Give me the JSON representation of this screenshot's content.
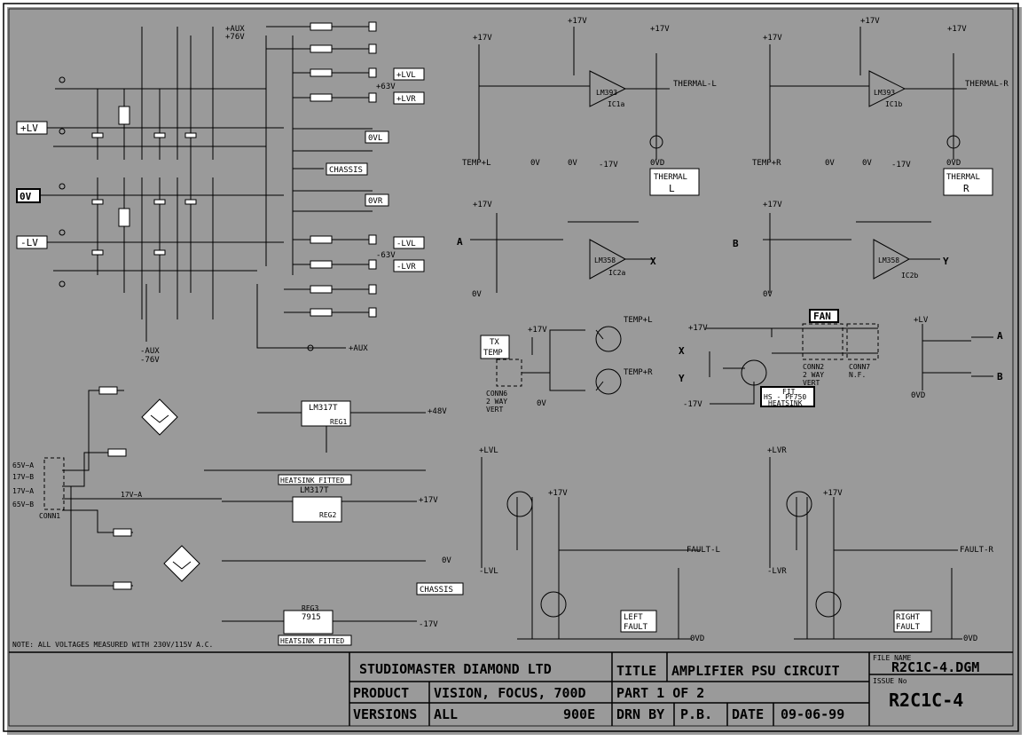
{
  "title_block": {
    "company": "STUDIOMASTER DIAMOND LTD",
    "title_label": "TITLE",
    "title": "AMPLIFIER PSU CIRCUIT",
    "product_label": "PRODUCT",
    "product": "VISION, FOCUS, 700D",
    "part": "PART 1 OF 2",
    "versions_label": "VERSIONS",
    "versions": "ALL",
    "version_code": "900E",
    "drawn_by_label": "DRN BY",
    "drawn_by": "P.B.",
    "date_label": "DATE",
    "date": "09-06-99",
    "file_name_label": "FILE NAME",
    "file_name": "R2C1C-4.DGM",
    "issue_label": "ISSUE No",
    "issue": "R2C1C-4"
  },
  "note": "NOTE: ALL VOLTAGES MEASURED WITH 230V/115V A.C.",
  "rails": {
    "plv": "+LV",
    "zero": "0V",
    "mlv": "-LV",
    "aux_pos": "+AUX",
    "aux_pos_v": "+76V",
    "aux_neg": "-AUX",
    "aux_neg_v": "-76V",
    "p17": "+17V",
    "m17": "-17V",
    "p48": "+48V",
    "plvl": "+LVL",
    "plvr": "+LVR",
    "mlvl": "-LVL",
    "mlvr": "-LVR",
    "v63p": "+63V",
    "v63m": "-63V",
    "vl": "0VL",
    "vr": "0VR",
    "chassis": "CHASSIS",
    "aux": "+AUX"
  },
  "connector": {
    "name": "CONN1",
    "pins": [
      "65V~A",
      "17V~B",
      "17V~A",
      "65V~B"
    ],
    "tap": "17V~A"
  },
  "blocks": {
    "thermal_l": "THERMAL\nL",
    "thermal_r": "THERMAL\nR",
    "thermal_l_out": "THERMAL-L",
    "thermal_r_out": "THERMAL-R",
    "temp_l": "TEMP+L",
    "temp_r": "TEMP+R",
    "fault_l": "FAULT-L",
    "fault_r": "FAULT-R",
    "left_fault": "LEFT\nFAULT",
    "right_fault": "RIGHT\nFAULT",
    "fan": "FAN",
    "fit": "FIT\nHS - PF750\nHEATSINK",
    "tx_temp": "TX\nTEMP",
    "conn6": "CONN6\n2 WAY\nVERT",
    "conn2": "CONN2\n2 WAY\nVERT",
    "conn7": "CONN7\nN.F.",
    "heatsink1": "HEATSINK FITTED",
    "heatsink2": "HEATSINK FITTED",
    "reg1": "LM317T",
    "reg1_name": "REG1",
    "reg2": "LM317T",
    "reg2_name": "REG2",
    "reg3": "7915",
    "reg3_name": "REG3",
    "a": "A",
    "b": "B",
    "x": "X",
    "y": "Y",
    "ov": "0V",
    "ovd": "0VD"
  },
  "ic_labels": {
    "ic1a": "IC1a",
    "ic1b": "IC1b",
    "ic2a": "IC2a",
    "ic2b": "IC2b",
    "lm393": "LM393",
    "lm358": "LM358"
  }
}
